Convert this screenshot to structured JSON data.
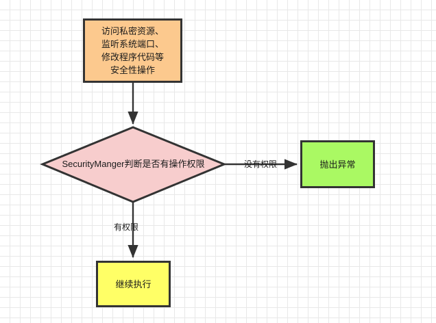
{
  "diagram": {
    "title": "SecurityManager permission check flowchart",
    "background": {
      "grid_minor_color": "#e8e8e8",
      "grid_major_color": "#d8d8d8",
      "page_color": "#ffffff"
    },
    "nodes": {
      "access_resource": {
        "id": "access-resource",
        "shape": "rectangle",
        "text": "访问私密资源、\n监听系统端口、\n修改程序代码等\n安全性操作",
        "fill": "#fcc98e",
        "stroke": "#333333"
      },
      "security_check": {
        "id": "security-check",
        "shape": "diamond",
        "text": "SecurityManger判断是否有操作权限",
        "fill": "#f7cdcd",
        "stroke": "#333333"
      },
      "throw_exception": {
        "id": "throw-exception",
        "shape": "rectangle",
        "text": "抛出异常",
        "fill": "#aaf963",
        "stroke": "#333333"
      },
      "continue_execution": {
        "id": "continue-execution",
        "shape": "rectangle",
        "text": "继续执行",
        "fill": "#ffff66",
        "stroke": "#333333"
      }
    },
    "edges": {
      "access_to_check": {
        "from": "access-resource",
        "to": "security-check",
        "label": ""
      },
      "check_to_throw": {
        "from": "security-check",
        "to": "throw-exception",
        "label": "没有权限"
      },
      "check_to_continue": {
        "from": "security-check",
        "to": "continue-execution",
        "label": "有权限"
      }
    }
  }
}
